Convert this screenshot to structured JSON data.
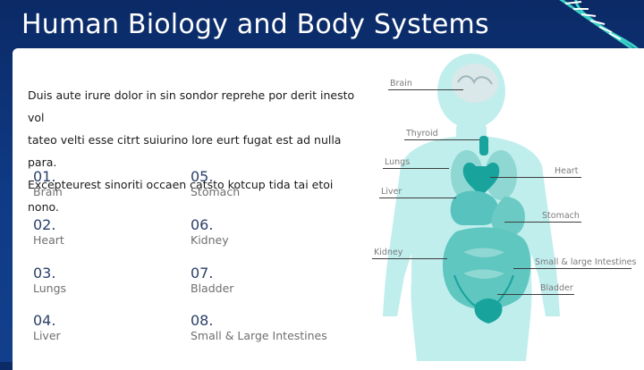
{
  "slide": {
    "title": "Human Biology and Body Systems",
    "paragraph_lines": [
      "Duis aute irure dolor in sin sondor reprehe por derit inesto vol",
      "tateo velti esse citrt suiurino lore eurt fugat est ad  nulla para.",
      "Excepteurest sinoriti occaen catsto kotcup tida tai etoi nono."
    ]
  },
  "organs": [
    {
      "number": "01.",
      "name": "Brain"
    },
    {
      "number": "02.",
      "name": "Heart"
    },
    {
      "number": "03.",
      "name": "Lungs"
    },
    {
      "number": "04.",
      "name": "Liver"
    },
    {
      "number": "05.",
      "name": "Stomach"
    },
    {
      "number": "06.",
      "name": "Kidney"
    },
    {
      "number": "07.",
      "name": "Bladder"
    },
    {
      "number": "08.",
      "name": "Small & Large Intestines"
    }
  ],
  "callouts": {
    "brain": "Brain",
    "thyroid": "Thyroid",
    "lungs": "Lungs",
    "liver": "Liver",
    "kidney": "Kidney",
    "heart": "Heart",
    "stomach": "Stomach",
    "intestines": "Small & large Intestines",
    "bladder": "Bladder"
  },
  "colors": {
    "header_bg": "#0f3b86",
    "body_silhouette": "#bfeeed",
    "organ_teal": "#1aa6a0",
    "number_color": "#2a3f69",
    "label_color": "#6f6f6f"
  }
}
